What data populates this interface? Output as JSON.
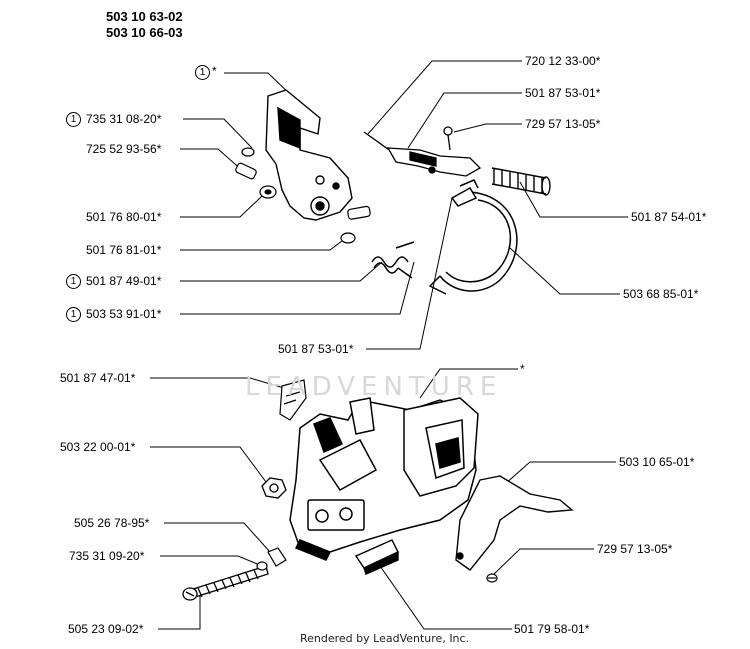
{
  "header": {
    "model_line_1": "503 10 63-02",
    "model_line_2": "503 10 66-03"
  },
  "callouts": [
    {
      "id": "c1",
      "marker": "1",
      "part": "*"
    },
    {
      "id": "c2",
      "marker": "1",
      "part": "735 31 08-20*"
    },
    {
      "id": "c3",
      "marker": "",
      "part": "725 52 93-56*"
    },
    {
      "id": "c4",
      "marker": "",
      "part": "501 76 80-01*"
    },
    {
      "id": "c5",
      "marker": "",
      "part": "501 76 81-01*"
    },
    {
      "id": "c6",
      "marker": "1",
      "part": "501 87 49-01*"
    },
    {
      "id": "c7",
      "marker": "1",
      "part": "503 53 91-01*"
    },
    {
      "id": "c8",
      "marker": "",
      "part": "501 87 53-01*"
    },
    {
      "id": "c9",
      "marker": "",
      "part": "720 12 33-00*"
    },
    {
      "id": "c10",
      "marker": "",
      "part": "501 87 53-01*"
    },
    {
      "id": "c11",
      "marker": "",
      "part": "729 57 13-05*"
    },
    {
      "id": "c12",
      "marker": "",
      "part": "501 87 54-01*"
    },
    {
      "id": "c13",
      "marker": "",
      "part": "503 68 85-01*"
    },
    {
      "id": "c14",
      "marker": "",
      "part": "501 87 47-01*"
    },
    {
      "id": "c15",
      "marker": "",
      "part": "*"
    },
    {
      "id": "c16",
      "marker": "",
      "part": "503 22 00-01*"
    },
    {
      "id": "c17",
      "marker": "",
      "part": "503 10 65-01*"
    },
    {
      "id": "c18",
      "marker": "",
      "part": "505 26 78-95*"
    },
    {
      "id": "c19",
      "marker": "",
      "part": "729 57 13-05*"
    },
    {
      "id": "c20",
      "marker": "",
      "part": "735 31 09-20*"
    },
    {
      "id": "c21",
      "marker": "",
      "part": "505 23 09-02*"
    },
    {
      "id": "c22",
      "marker": "",
      "part": "501 79 58-01*"
    }
  ],
  "watermark": "LEADVENTURE",
  "footer": "Rendered by LeadVenture, Inc."
}
